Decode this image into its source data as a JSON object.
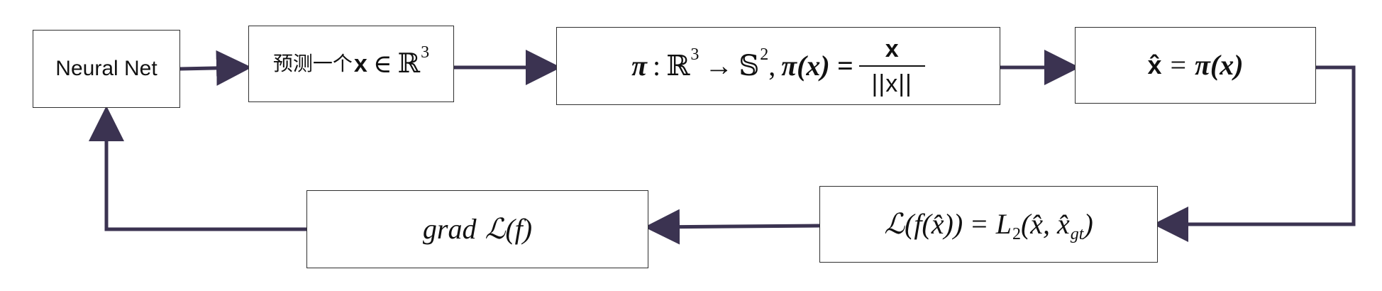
{
  "colors": {
    "arrow": "#3b3351",
    "box_border": "#2f2f2f",
    "text": "#111111",
    "background": "#ffffff"
  },
  "nodes": {
    "neural_net": {
      "label": "Neural Net"
    },
    "predict": {
      "prefix": "预测一个",
      "vector": "x",
      "in_symbol": "∈",
      "space": "ℝ",
      "exponent": "3"
    },
    "projection": {
      "pi": "π",
      "colon": ":",
      "domain": "ℝ",
      "domain_exp": "3",
      "arrow": "→",
      "codomain": "𝕊",
      "codomain_exp": "2",
      "separator": ",",
      "pi_x": "π(x) =",
      "numerator": "x",
      "denominator": "||x||"
    },
    "normalized": {
      "lhs": "x̂",
      "equals": "=",
      "rhs": "π(x)"
    },
    "loss": {
      "script_l": "ℒ",
      "left": "(f(x̂))",
      "equals": "=",
      "l": "L",
      "l_sub": "2",
      "args": "(x̂, x̂",
      "gt": "gt",
      "close": ")"
    },
    "grad": {
      "text": "grad",
      "script_l": "ℒ",
      "arg": "(f)"
    }
  }
}
